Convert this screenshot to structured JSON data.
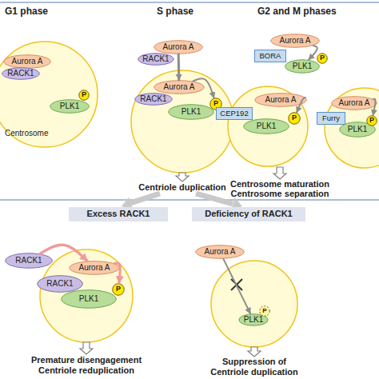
{
  "diagram": {
    "nodes": [
      {
        "text": [
          "Aurora A"
        ]
      },
      {
        "text": [
          "RACK1"
        ]
      },
      {
        "text": [
          "PLK1"
        ]
      },
      {
        "text": [
          "P"
        ]
      },
      {
        "text": [
          "Aurora A"
        ]
      },
      {
        "text": [
          "RACK1"
        ]
      },
      {
        "text": [
          "Aurora A"
        ]
      },
      {
        "text": [
          "RACK1"
        ]
      },
      {
        "text": [
          "PLK1"
        ]
      },
      {
        "text": [
          "P"
        ]
      },
      {
        "text": [
          "Aurora A"
        ]
      },
      {
        "text": [
          "BORA"
        ]
      },
      {
        "text": [
          "PLK1"
        ]
      },
      {
        "text": [
          "P"
        ]
      },
      {
        "text": [
          "Aurora A"
        ]
      },
      {
        "text": [
          "CEP192"
        ]
      },
      {
        "text": [
          "PLK1"
        ]
      },
      {
        "text": [
          "P"
        ]
      },
      {
        "text": [
          "Aurora A"
        ]
      },
      {
        "text": [
          "Furry"
        ]
      },
      {
        "text": [
          "PLK1"
        ]
      },
      {
        "text": [
          "P"
        ]
      },
      {
        "text": [
          "Excess RACK1"
        ]
      },
      {
        "text": [
          "RACK1"
        ]
      },
      {
        "text": [
          "Aurora A"
        ]
      },
      {
        "text": [
          "RACK1"
        ]
      },
      {
        "text": [
          "PLK1"
        ]
      },
      {
        "text": [
          "P"
        ]
      },
      {
        "text": [
          "Deficiency of RACK1"
        ]
      },
      {
        "text": [
          "Aurora A"
        ]
      },
      {
        "text": [
          "PLK1"
        ]
      },
      {
        "text": [
          "P"
        ]
      }
    ],
    "edges": [
      {
        "from": 4,
        "to": 6,
        "arrow": "to"
      },
      {
        "from": 6,
        "to": 9,
        "arrow": "to"
      },
      {
        "from": 10,
        "to": 12,
        "arrow": "to"
      },
      {
        "from": 14,
        "to": 17,
        "arrow": "to"
      },
      {
        "from": 18,
        "to": 21,
        "arrow": "to"
      },
      {
        "from": 23,
        "to": 24,
        "arrow": "to"
      },
      {
        "from": 24,
        "to": 27,
        "arrow": "to"
      },
      {
        "from": 29,
        "to": 30,
        "arrow": "to"
      }
    ],
    "labels": [
      "G1 phase",
      "S phase",
      "G2 and M phases",
      "Centrosome",
      "Centriole duplication",
      "Centrosome maturation",
      "Centrosome separation",
      "Premature disengagement",
      "Centriole reduplication",
      "Suppression of Centriole duplication"
    ]
  }
}
